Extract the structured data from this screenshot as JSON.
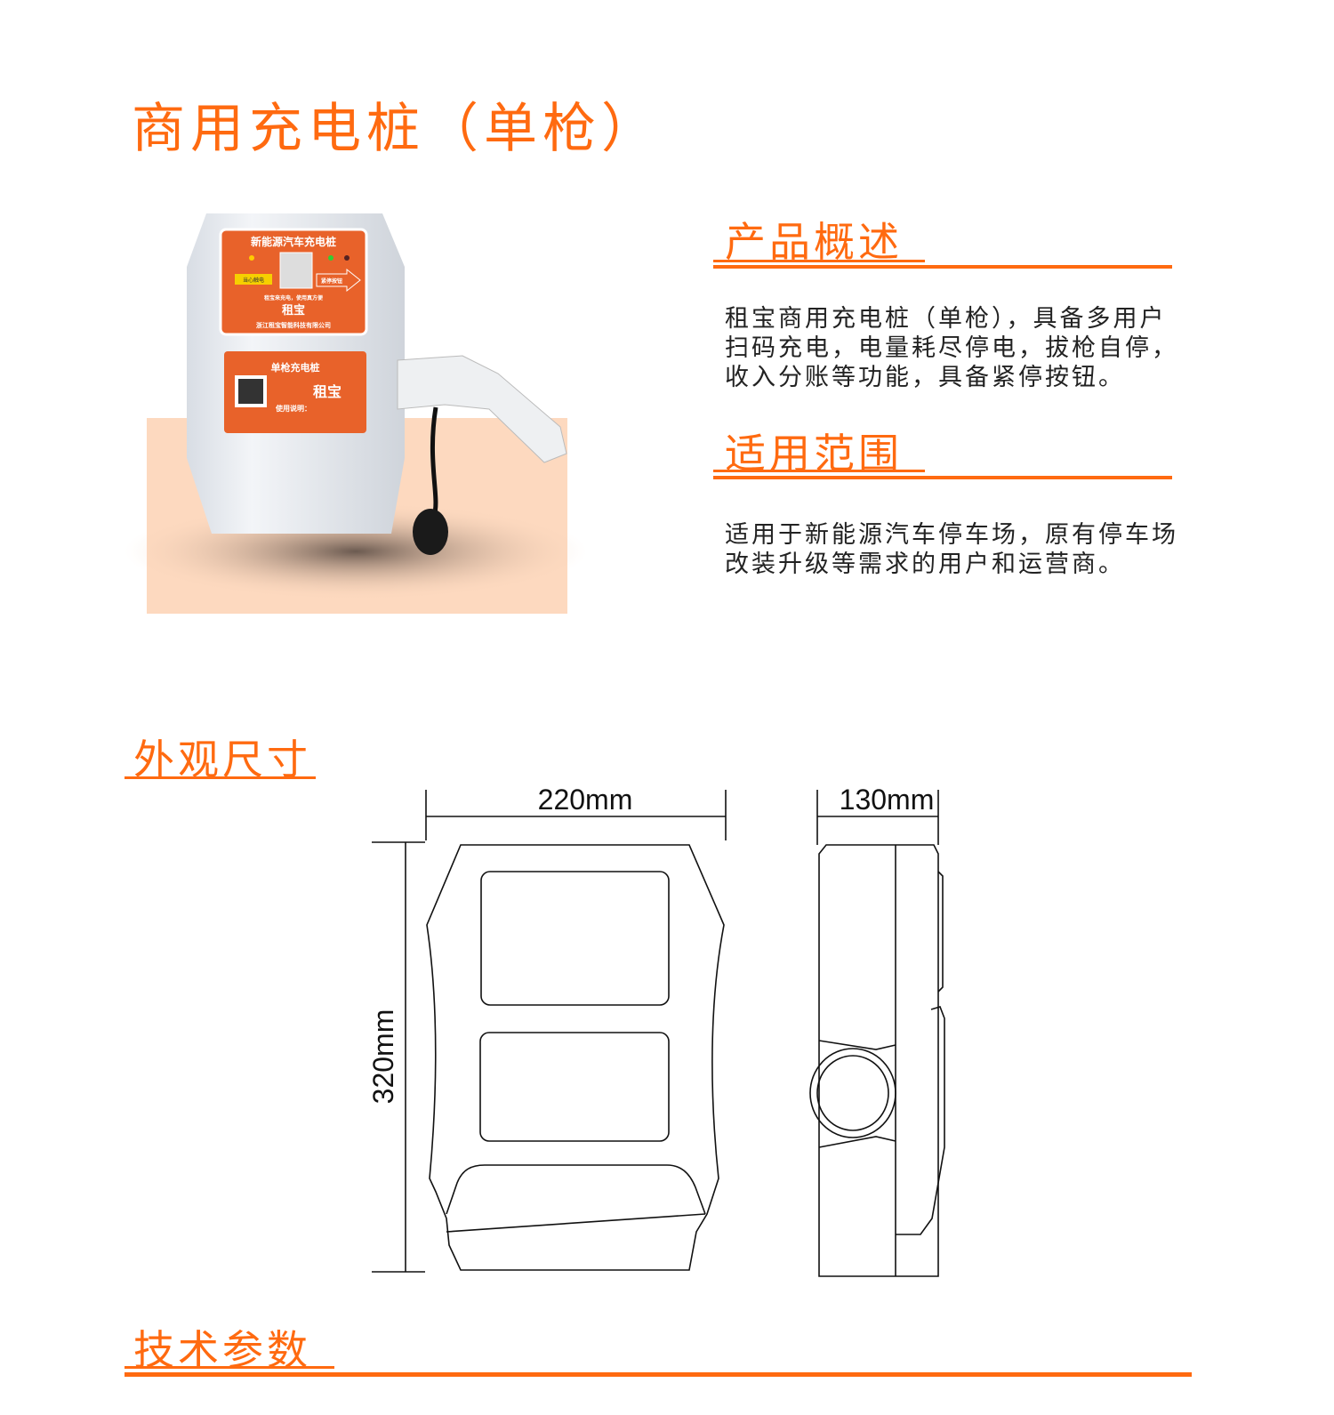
{
  "page_title": "商用充电桩（单枪）",
  "overview": {
    "heading": "产品概述",
    "text": "租宝商用充电桩（单枪），具备多用户扫码充电，电量耗尽停电，拔枪自停，收入分账等功能，具备紧停按钮。"
  },
  "scope": {
    "heading": "适用范围",
    "text": "适用于新能源汽车停车场，原有停车场改装升级等需求的用户和运营商。"
  },
  "dimensions": {
    "heading": "外观尺寸",
    "width_label": "220mm",
    "depth_label": "130mm",
    "height_label": "320mm"
  },
  "specs": {
    "heading": "技术参数"
  },
  "product_label": {
    "top_title": "新能源汽车充电桩",
    "slogan": "租宝来充电，使用真方便",
    "brand": "租宝",
    "company": "浙江租宝智能科技有限公司",
    "emergency": "紧停按钮",
    "warning": "当心触电",
    "bottom_title": "单枪充电桩",
    "instructions": "使用说明："
  },
  "colors": {
    "accent": "#FF6A10",
    "photo_bg": "#FDD9BF"
  }
}
